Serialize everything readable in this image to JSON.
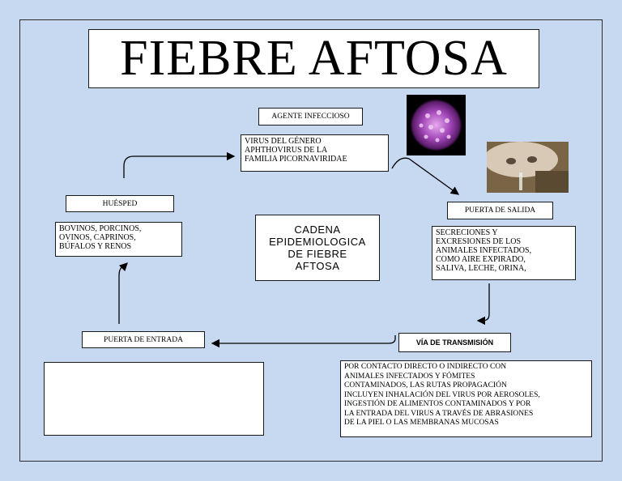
{
  "title": "FIEBRE AFTOSA",
  "nodes": {
    "agente_label": "AGENTE INFECCIOSO",
    "agente_text": "VIRUS DEL GÉNERO\nAPHTHOVIRUS DE LA\nFAMILIA PICORNAVIRIDAE",
    "huesped_label": "HUÉSPED",
    "huesped_text": "BOVINOS, PORCINOS,\nOVINOS, CAPRINOS,\nBÚFALOS Y RENOS",
    "center": "CADENA\nEPIDEMIOLOGICA\nDE FIEBRE\nAFTOSA",
    "salida_label": "PUERTA DE SALIDA",
    "salida_text": "SECRECIONES Y\nEXCRESIONES DE LOS\nANIMALES INFECTADOS,\nCOMO AIRE EXPIRADO,\nSALIVA, LECHE, ORINA,",
    "entrada_label": "PUERTA DE ENTRADA",
    "via_label": "VÍA DE TRANSMISIÓN",
    "via_text": "POR CONTACTO DIRECTO O INDIRECTO CON\nANIMALES INFECTADOS Y FÓMITES\nCONTAMINADOS, LAS RUTAS PROPAGACIÓN\nINCLUYEN INHALACIÓN DEL VIRUS POR AEROSOLES,\nINGESTIÓN DE ALIMENTOS CONTAMINADOS Y POR\nLA ENTRADA DEL VIRUS A TRAVÉS DE ABRASIONES\nDE LA PIEL O LAS MEMBRANAS MUCOSAS",
    "empty_box": ""
  },
  "colors": {
    "background": "#c6d9f1",
    "box": "#ffffff",
    "line": "#000000",
    "virus": "#9b3fb0"
  },
  "images": {
    "virus": "virus-micrograph",
    "cow": "cow-mouth-photo"
  }
}
